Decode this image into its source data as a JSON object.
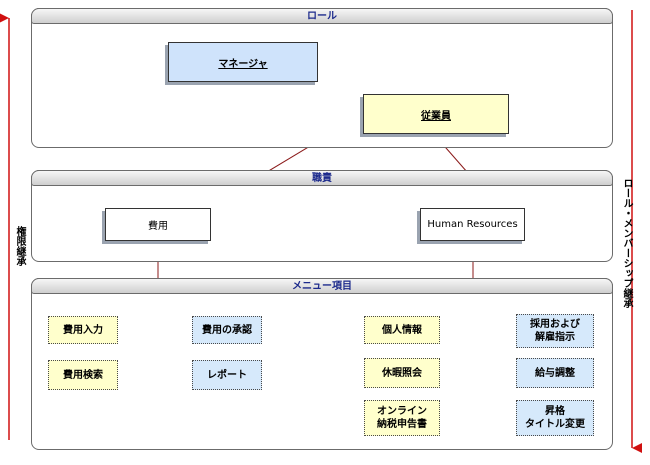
{
  "sections": {
    "role": "ロール",
    "duties": "職責",
    "menu": "メニュー項目"
  },
  "roles": {
    "manager": "マネージャ",
    "employee": "従業員"
  },
  "duties": {
    "expense": "費用",
    "hr": "Human Resources"
  },
  "menu": {
    "expense_entry": "費用入力",
    "expense_approval": "費用の承認",
    "expense_search": "費用検索",
    "report": "レポート",
    "personal_info": "個人情報",
    "hiring_line1": "採用および",
    "hiring_line2": "解雇指示",
    "leave_inquiry": "休暇照会",
    "salary_adjust": "給与調整",
    "tax_line1": "オンライン",
    "tax_line2": "納税申告書",
    "promo_line1": "昇格",
    "promo_line2": "タイトル変更"
  },
  "side_labels": {
    "left": "権限継承",
    "right": "ロール・メンバーシップ継承"
  },
  "colors": {
    "arrow": "#8b1a1a",
    "axis": "#d01010",
    "role_box_blue": "#cfe3fb",
    "role_box_yellow": "#ffffcc",
    "menu_yellow": "#ffffcc",
    "menu_blue": "#d6e9fb",
    "header_text": "#1c2a8c"
  }
}
